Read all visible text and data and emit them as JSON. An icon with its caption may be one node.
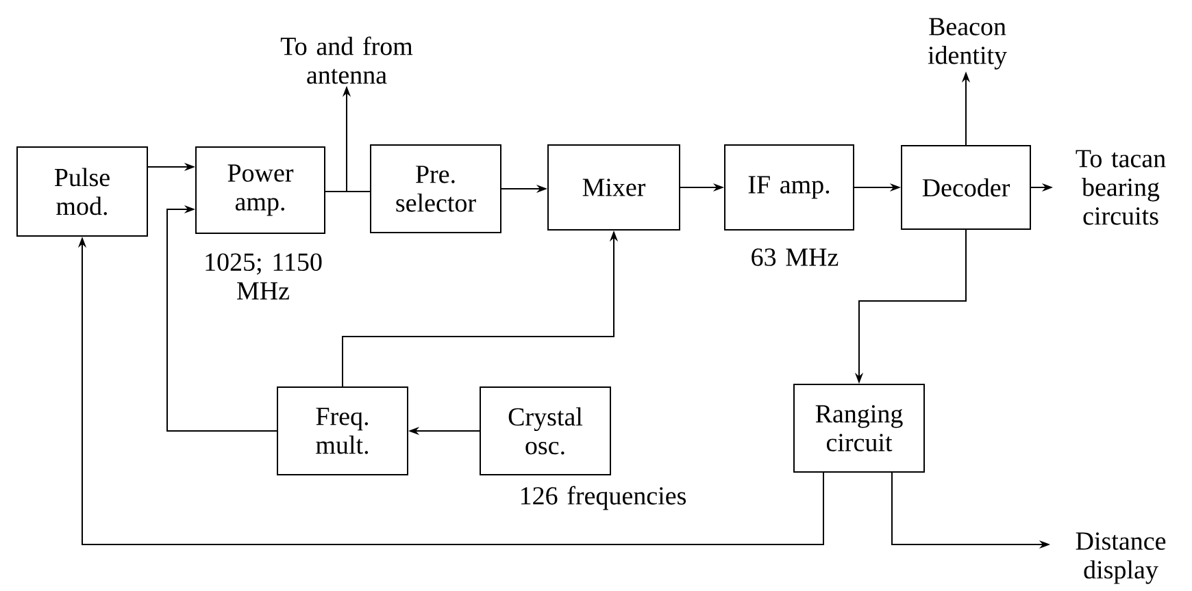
{
  "diagram": {
    "nodes": [
      {
        "text": [
          "Pulse mod."
        ]
      },
      {
        "text": [
          "Power amp."
        ],
        "beside": [
          "1025; 1150 MHz"
        ]
      },
      {
        "text": [
          "Pre. selector"
        ]
      },
      {
        "text": [
          "Mixer"
        ]
      },
      {
        "text": [
          "IF amp."
        ],
        "beside": [
          "63 MHz"
        ]
      },
      {
        "text": [
          "Decoder"
        ]
      },
      {
        "text": [
          "Ranging circuit"
        ]
      },
      {
        "text": [
          "Freq. mult."
        ]
      },
      {
        "text": [
          "Crystal osc."
        ],
        "beside": [
          "126 frequencies"
        ]
      },
      {
        "text": [
          "To and from antenna"
        ]
      },
      {
        "text": [
          "Beacon identity"
        ]
      },
      {
        "text": [
          "To tacan bearing circuits"
        ]
      },
      {
        "text": [
          "Distance display"
        ]
      }
    ],
    "edges": [
      {
        "from": 0,
        "to": 1,
        "arrow": "to"
      },
      {
        "from": 7,
        "to": 1,
        "arrow": "to"
      },
      {
        "from": 1,
        "to": 2,
        "arrow": "none"
      },
      {
        "from": 1,
        "to": 9,
        "arrow": "to"
      },
      {
        "from": 2,
        "to": 3,
        "arrow": "to"
      },
      {
        "from": 3,
        "to": 4,
        "arrow": "to"
      },
      {
        "from": 4,
        "to": 5,
        "arrow": "to"
      },
      {
        "from": 5,
        "to": 11,
        "arrow": "to"
      },
      {
        "from": 5,
        "to": 10,
        "arrow": "to"
      },
      {
        "from": 5,
        "to": 6,
        "arrow": "to"
      },
      {
        "from": 7,
        "to": 3,
        "arrow": "to"
      },
      {
        "from": 8,
        "to": 7,
        "arrow": "to"
      },
      {
        "from": 6,
        "to": 0,
        "arrow": "to"
      },
      {
        "from": 6,
        "to": 12,
        "arrow": "to"
      }
    ]
  }
}
